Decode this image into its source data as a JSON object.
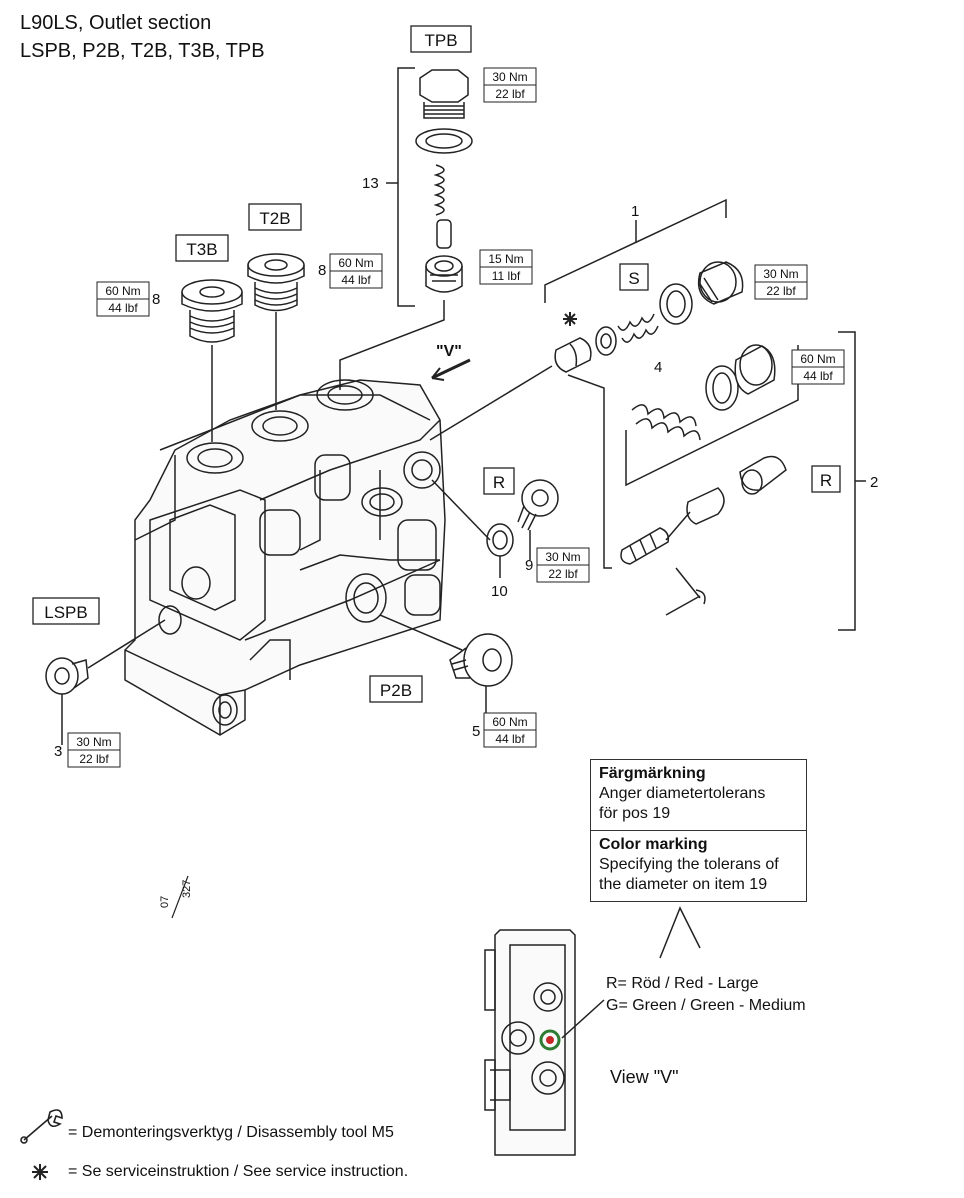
{
  "header": {
    "title_line1": "L90LS, Outlet section",
    "title_line2": "LSPB, P2B, T2B, T3B, TPB"
  },
  "ports": {
    "tpb": "TPB",
    "t2b": "T2B",
    "t3b": "T3B",
    "lspb": "LSPB",
    "p2b": "P2B",
    "r_right": "R",
    "r_mid": "R",
    "s": "S"
  },
  "torques": {
    "tpb_plug_nm": "30 Nm",
    "tpb_plug_lbf": "22 lbf",
    "tpb_seat_nm": "15 Nm",
    "tpb_seat_lbf": "11 lbf",
    "t3b_nm": "60 Nm",
    "t3b_lbf": "44 lbf",
    "t2b_nm": "60 Nm",
    "t2b_lbf": "44 lbf",
    "s_nm": "30 Nm",
    "s_lbf": "22 lbf",
    "r_nm": "60 Nm",
    "r_lbf": "44 lbf",
    "pos9_nm": "30 Nm",
    "pos9_lbf": "22 lbf",
    "pos5_nm": "60 Nm",
    "pos5_lbf": "44 lbf",
    "pos3_nm": "30 Nm",
    "pos3_lbf": "22 lbf"
  },
  "positions": {
    "p13": "13",
    "p1": "1",
    "p2": "2",
    "p4": "4",
    "p8a": "8",
    "p8b": "8",
    "p9": "9",
    "p10": "10",
    "p5": "5",
    "p3": "3"
  },
  "view_marker": "\"V\"",
  "drawing_ref": {
    "top": "07",
    "bottom": "327"
  },
  "legend": {
    "sv_title": "Färgmärkning",
    "sv_text_line1": "Anger diametertolerans",
    "sv_text_line2": "för pos 19",
    "en_title": "Color marking",
    "en_text_line1": "Specifying the tolerans of",
    "en_text_line2": "the diameter on item 19"
  },
  "color_codes": {
    "red": "R= Röd / Red - Large",
    "green": "G= Green / Green - Medium"
  },
  "view_label": "View \"V\"",
  "footer": {
    "tool": "= Demonteringsverktyg / Disassembly tool M5",
    "service": "= Se serviceinstruktion / See service instruction."
  },
  "colors": {
    "green_mark": "#2e7d32",
    "red_mark": "#c62828"
  }
}
